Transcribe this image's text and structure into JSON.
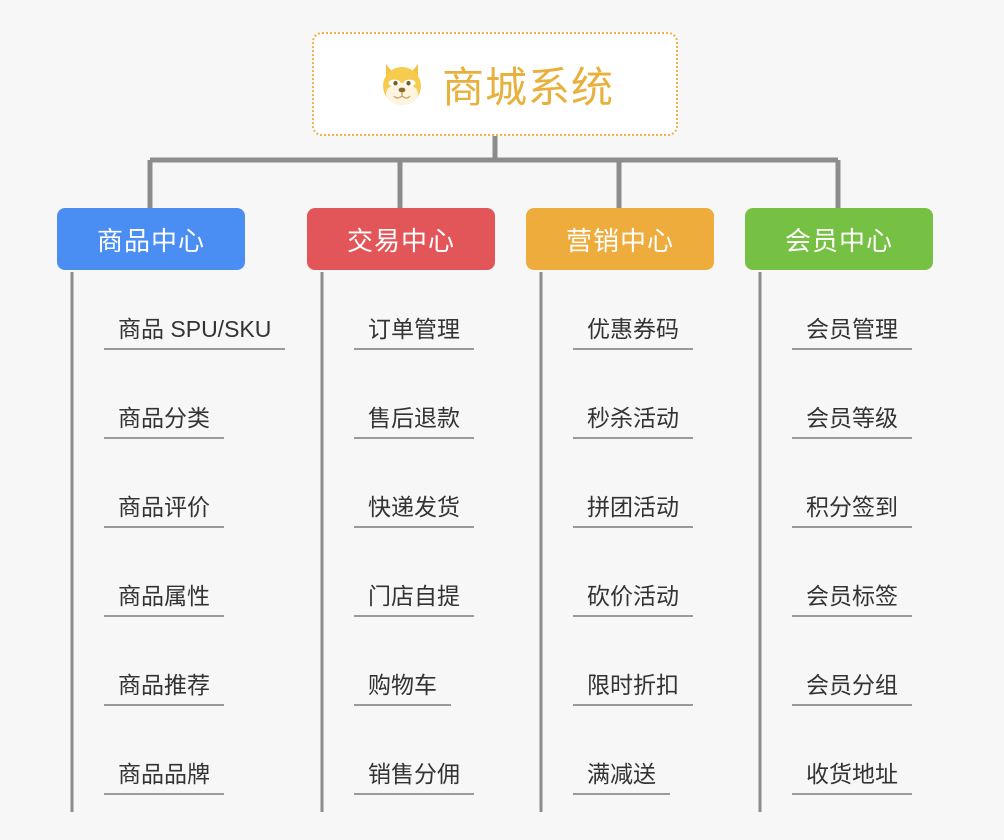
{
  "root": {
    "title": "商城系统",
    "icon": "shiba-dog-face-icon",
    "title_color": "#e8b03c",
    "border_color": "#f0b14a",
    "background": "#ffffff"
  },
  "canvas": {
    "background": "#f7f7f7",
    "connector_color": "#8c8c8c"
  },
  "branches": [
    {
      "label": "商品中心",
      "color": "#4a8ef4",
      "items": [
        "商品 SPU/SKU",
        "商品分类",
        "商品评价",
        "商品属性",
        "商品推荐",
        "商品品牌"
      ]
    },
    {
      "label": "交易中心",
      "color": "#e2565a",
      "items": [
        "订单管理",
        "售后退款",
        "快递发货",
        "门店自提",
        "购物车",
        "销售分佣"
      ]
    },
    {
      "label": "营销中心",
      "color": "#eeac3c",
      "items": [
        "优惠券码",
        "秒杀活动",
        "拼团活动",
        "砍价活动",
        "限时折扣",
        "满减送"
      ]
    },
    {
      "label": "会员中心",
      "color": "#76c044",
      "items": [
        "会员管理",
        "会员等级",
        "积分签到",
        "会员标签",
        "会员分组",
        "收货地址"
      ]
    }
  ]
}
